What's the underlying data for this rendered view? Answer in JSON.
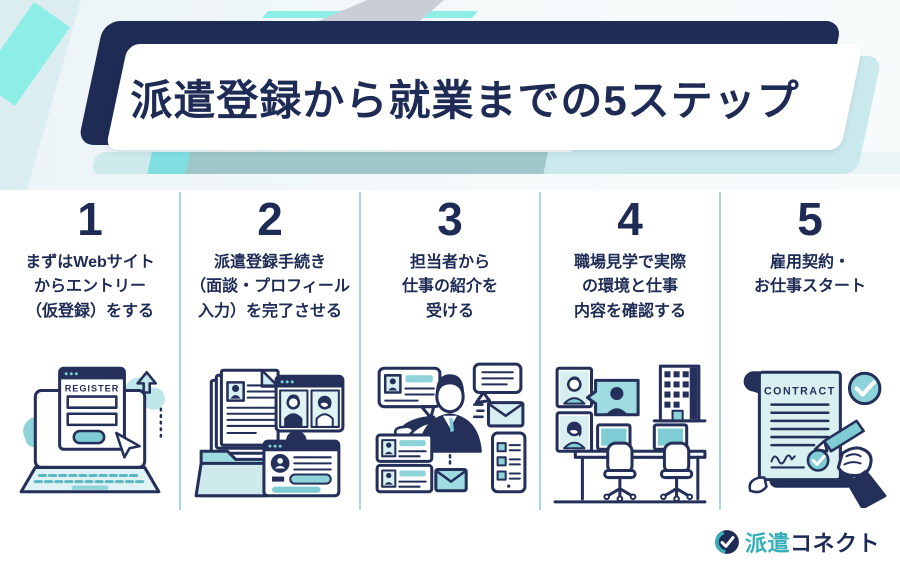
{
  "header": {
    "title": "派遣登録から就業までの5ステップ"
  },
  "steps": [
    {
      "number": "1",
      "description": "まずはWebサイト\nからエントリー\n（仮登録）をする",
      "illustration": "register-on-website-laptop"
    },
    {
      "number": "2",
      "description": "派遣登録手続き\n（面談・プロフィール\n入力）を完了させる",
      "illustration": "registration-documents-interview"
    },
    {
      "number": "3",
      "description": "担当者から\n仕事の紹介を\n受ける",
      "illustration": "agent-job-introduction"
    },
    {
      "number": "4",
      "description": "職場見学で実際\nの環境と仕事\n内容を確認する",
      "illustration": "workplace-tour-office"
    },
    {
      "number": "5",
      "description": "雇用契約・\nお仕事スタート",
      "illustration": "employment-contract-signing"
    }
  ],
  "illustrations": {
    "register_label": "REGISTER",
    "contract_label": "CONTRACT"
  },
  "logo": {
    "part1": "派遣",
    "part2": "コネクト"
  },
  "colors": {
    "navy": "#1d2b55",
    "outline_navy": "#24305a",
    "teal": "#7fccd4",
    "teal_light": "#d8eff2",
    "aqua": "#8deee6",
    "band_gray_teal": "#9fc7ca",
    "divider": "#a8d8dd",
    "logo_teal": "#35b0bb"
  }
}
